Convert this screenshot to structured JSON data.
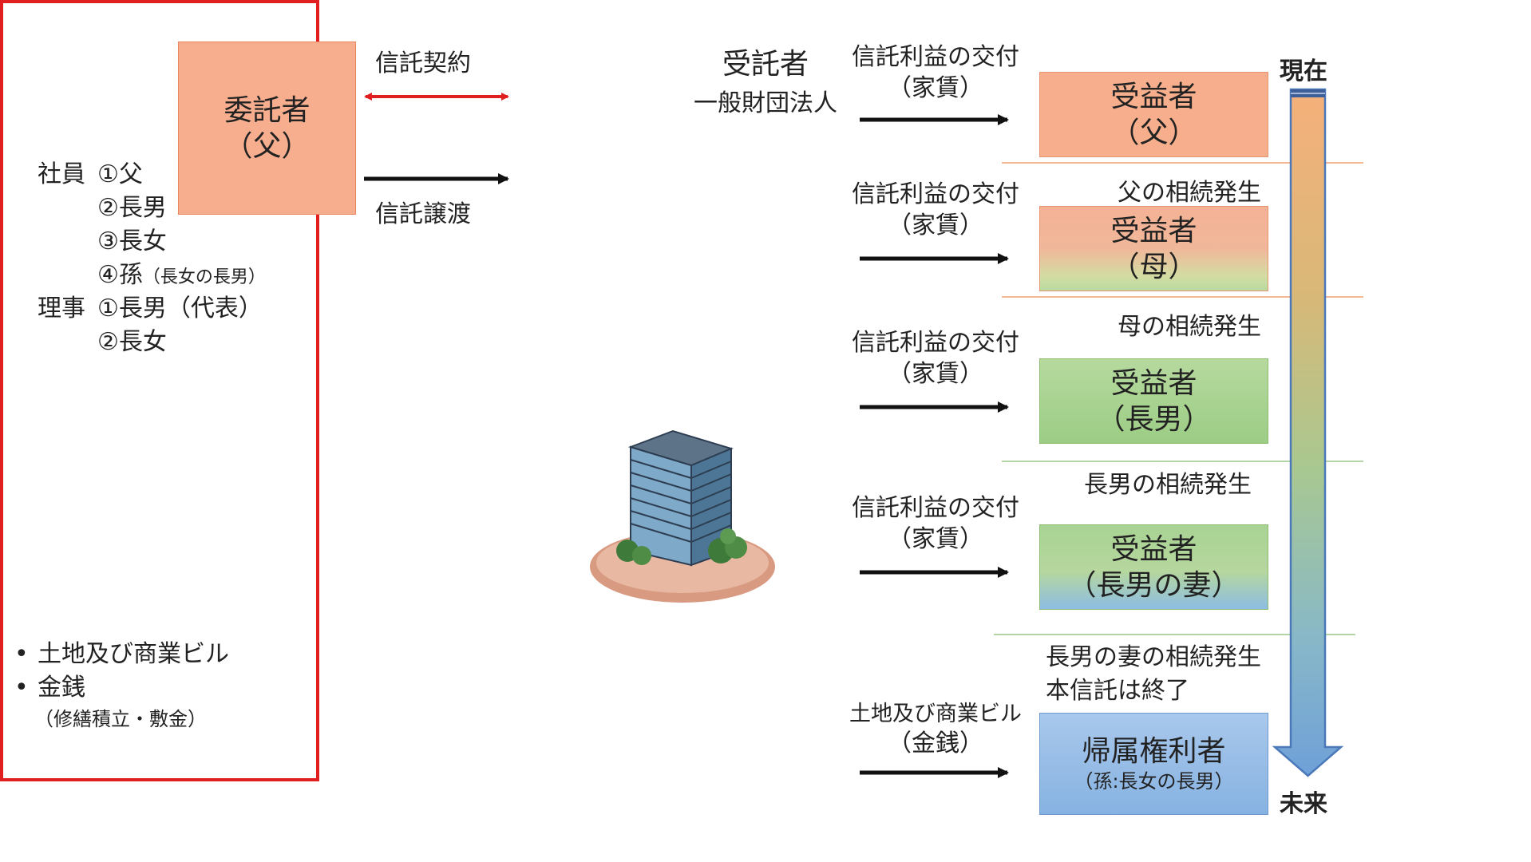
{
  "settlor": {
    "line1": "委託者",
    "line2": "（父）"
  },
  "contract": {
    "top_label": "信託契約",
    "bottom_label": "信託譲渡"
  },
  "trustee": {
    "title": "受託者",
    "subtitle": "一般財団法人",
    "members_label": "社員",
    "members": [
      "①父",
      "②長男",
      "③長女",
      "④孫"
    ],
    "member4_note": "（長女の長男）",
    "directors_label": "理事",
    "directors": [
      "①長男（代表）",
      "②長女"
    ],
    "assets": [
      "土地及び商業ビル",
      "金銭"
    ],
    "assets_note": "（修繕積立・敷金）"
  },
  "flows": [
    {
      "line1": "信託利益の交付",
      "line2": "（家賃）"
    },
    {
      "line1": "信託利益の交付",
      "line2": "（家賃）"
    },
    {
      "line1": "信託利益の交付",
      "line2": "（家賃）"
    },
    {
      "line1": "信託利益の交付",
      "line2": "（家賃）"
    },
    {
      "line1": "土地及び商業ビル",
      "line2": "（金銭）"
    }
  ],
  "beneficiaries": [
    {
      "line1": "受益者",
      "line2": "（父）"
    },
    {
      "line1": "受益者",
      "line2": "（母）"
    },
    {
      "line1": "受益者",
      "line2": "（長男）"
    },
    {
      "line1": "受益者",
      "line2": "（長男の妻）"
    }
  ],
  "vested": {
    "line1": "帰属権利者",
    "line2": "（孫:長女の長男）"
  },
  "events": [
    "父の相続発生",
    "母の相続発生",
    "長男の相続発生",
    "長男の妻の相続発生",
    "本信託は終了"
  ],
  "timeline": {
    "start": "現在",
    "end": "未来"
  },
  "colors": {
    "trustee_border": "#e02020",
    "double_arrow": "#e02020",
    "arrow": "#111111",
    "separator_orange": "#f0a070",
    "separator_green": "#9cc98a"
  }
}
